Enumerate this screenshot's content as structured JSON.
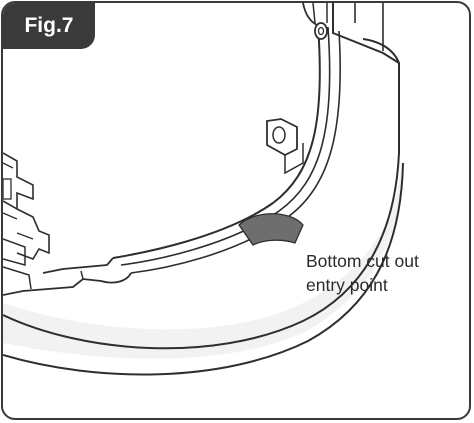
{
  "figure": {
    "label": "Fig.7",
    "callout_line_1": "Bottom cut out",
    "callout_line_2": "entry point",
    "colors": {
      "frame": "#3a3a3a",
      "tag_text": "#ffffff",
      "outline": "#2e2e2e",
      "cutout_fill": "#6e6e6e",
      "shading": "#d9d9d9",
      "background": "#ffffff"
    },
    "icons": [
      "cable-entry-cutout-illustration",
      "enclosure-housing-illustration"
    ]
  }
}
